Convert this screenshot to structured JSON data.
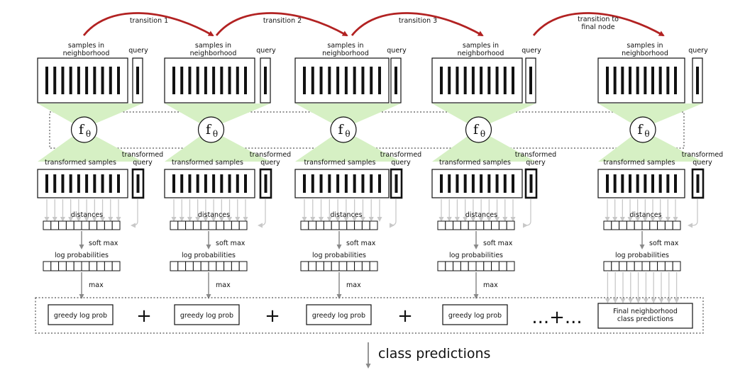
{
  "transitions": [
    "transition 1",
    "transition 2",
    "transition 3",
    "transition to\nfinal node"
  ],
  "labels": {
    "samples": "samples in\nneighborhood",
    "query": "query",
    "transformed_samples": "transformed samples",
    "transformed_query": "transformed\nquery",
    "function_symbol": "f",
    "function_subscript": "θ",
    "distances": "distances",
    "softmax": "soft max",
    "log_probabilities": "log probabilities",
    "max": "max",
    "greedy_log_prob": "greedy log prob",
    "plus": "+",
    "ellipsis_plus": "...+...",
    "final_predictions": "Final neighborhood\nclass predictions",
    "class_predictions": "class predictions"
  },
  "colors": {
    "transition_arrow": "#b22222",
    "funnel": "#d6f0c4",
    "gray_arrow": "#999999",
    "light_arrow": "#c8c8c8"
  }
}
